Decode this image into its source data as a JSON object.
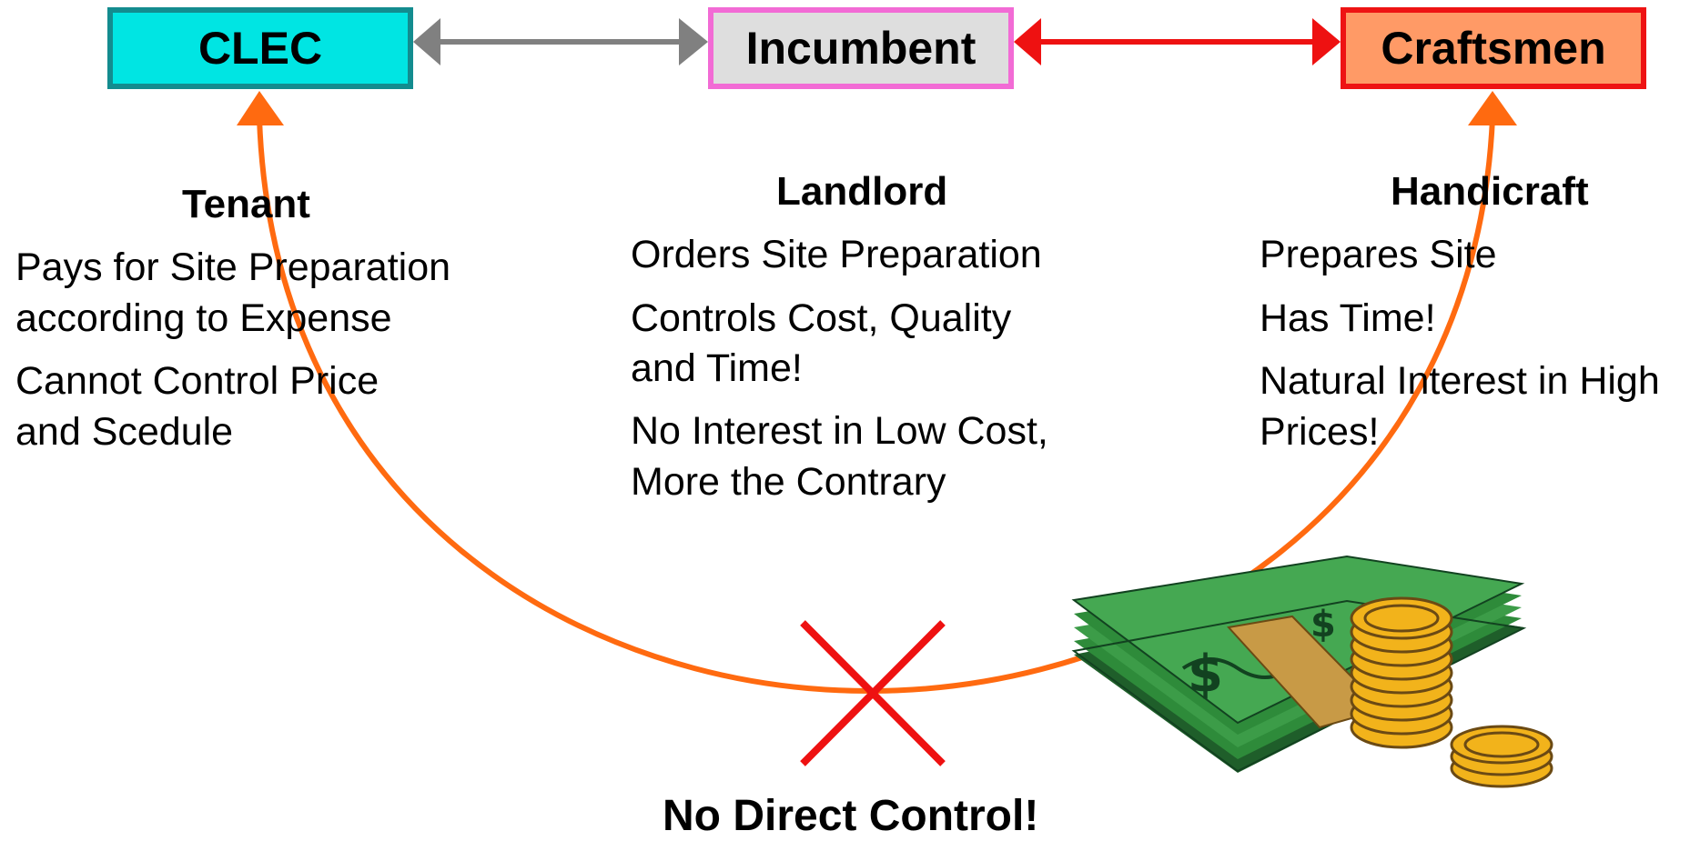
{
  "colors": {
    "clec_fill": "#00E5E3",
    "clec_border": "#138C8F",
    "incumbent_fill": "#DEDEDE",
    "incumbent_border": "#F26BD5",
    "craftsmen_fill": "#FF9A66",
    "craftsmen_border": "#EE1313",
    "arrow_gray": "#808080",
    "arrow_red": "#EE1111",
    "arc_orange": "#FF6A10",
    "cross_red": "#EE1111",
    "bill_green": "#2E8B3A",
    "coin_gold": "#F2B31B"
  },
  "boxes": {
    "clec": "CLEC",
    "incumbent": "Incumbent",
    "craftsmen": "Craftsmen"
  },
  "tenant": {
    "title": "Tenant",
    "lines": [
      "Pays for Site Preparation",
      "according to Expense",
      "Cannot Control Price",
      "and Scedule"
    ]
  },
  "landlord": {
    "title": "Landlord",
    "lines": [
      "Orders Site Preparation",
      "Controls Cost, Quality",
      "and Time!",
      "No Interest in Low Cost,",
      "More the Contrary"
    ]
  },
  "handicraft": {
    "title": "Handicraft",
    "lines": [
      "Prepares Site",
      "Has Time!",
      "Natural Interest in High",
      "Prices!"
    ]
  },
  "bottom_label": "No Direct Control!",
  "icons": {
    "money": "money-stack-icon",
    "cross": "cross-mark-icon"
  }
}
